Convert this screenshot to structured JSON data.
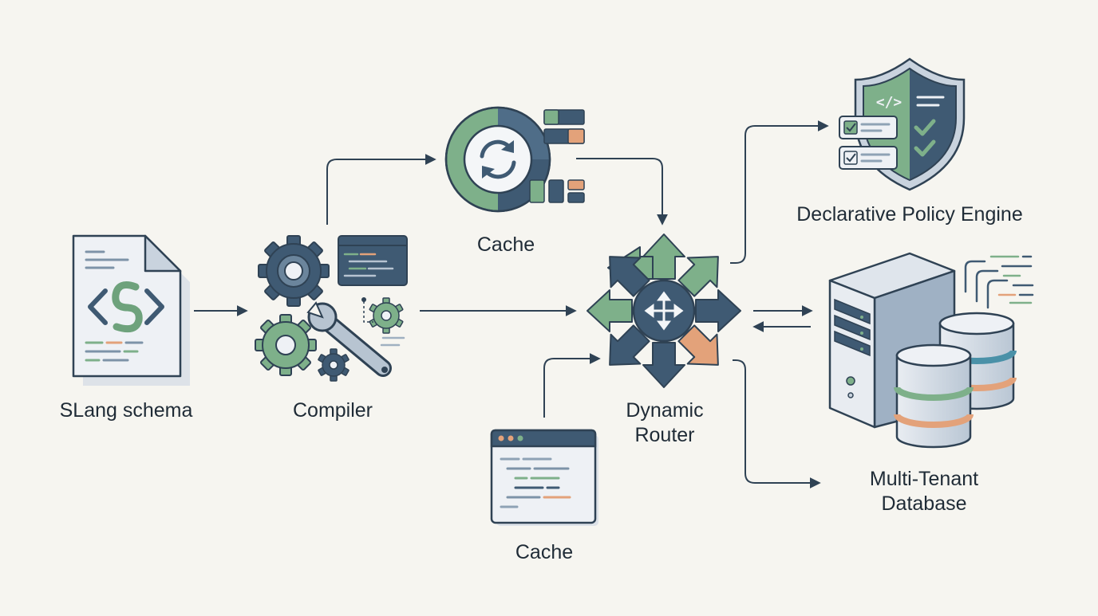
{
  "nodes": {
    "schema": {
      "label": "SLang schema"
    },
    "compiler": {
      "label": "Compiler"
    },
    "cache_top": {
      "label": "Cache"
    },
    "cache_bottom": {
      "label": "Cache"
    },
    "router": {
      "label_line1": "Dynamic",
      "label_line2": "Router"
    },
    "policy": {
      "label": "Declarative Policy Engine"
    },
    "database": {
      "label_line1": "Multi-Tenant",
      "label_line2": "Database"
    }
  },
  "icons": {
    "schema": "code-file-icon",
    "compiler": "gears-wrench-icon",
    "cache_top": "refresh-cache-icon",
    "cache_bottom": "code-window-icon",
    "router": "router-hub-icon",
    "policy": "shield-check-icon",
    "database": "server-database-icon"
  },
  "colors": {
    "background": "#f6f5f0",
    "slate": "#3f5a73",
    "green": "#7eb08a",
    "orange": "#e3a27a",
    "teal": "#4a91a8",
    "outline": "#2f4254"
  }
}
